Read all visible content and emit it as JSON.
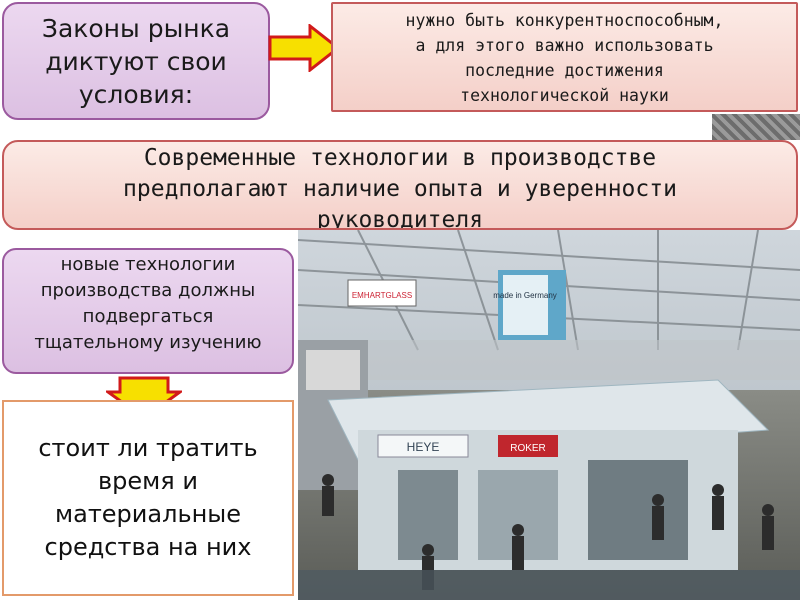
{
  "slide": {
    "laws_box": "Законы рынка диктуют свои условия:",
    "competitive_box": {
      "lines": [
        "нужно быть конкурентноспособным,",
        "а для этого важно использовать",
        "последние достижения",
        "технологической науки"
      ]
    },
    "modern_box": {
      "lines": [
        "Современные технологии в производстве",
        "предполагают наличие опыта и уверенности",
        "руководителя"
      ]
    },
    "newtech_box": "новые технологии производства должны подвергаться тщательному изучению",
    "worth_box": "стоит ли тратить время и материальные средства на них",
    "photo": {
      "signs": [
        "EMHARTGLASS",
        "made in Germany",
        "HEYE",
        "ROKER"
      ]
    }
  },
  "colors": {
    "lavender": "#e6cdeb",
    "pink": "#f6d4cd",
    "arrow_fill": "#f7e000",
    "arrow_stroke": "#d11a1a"
  }
}
